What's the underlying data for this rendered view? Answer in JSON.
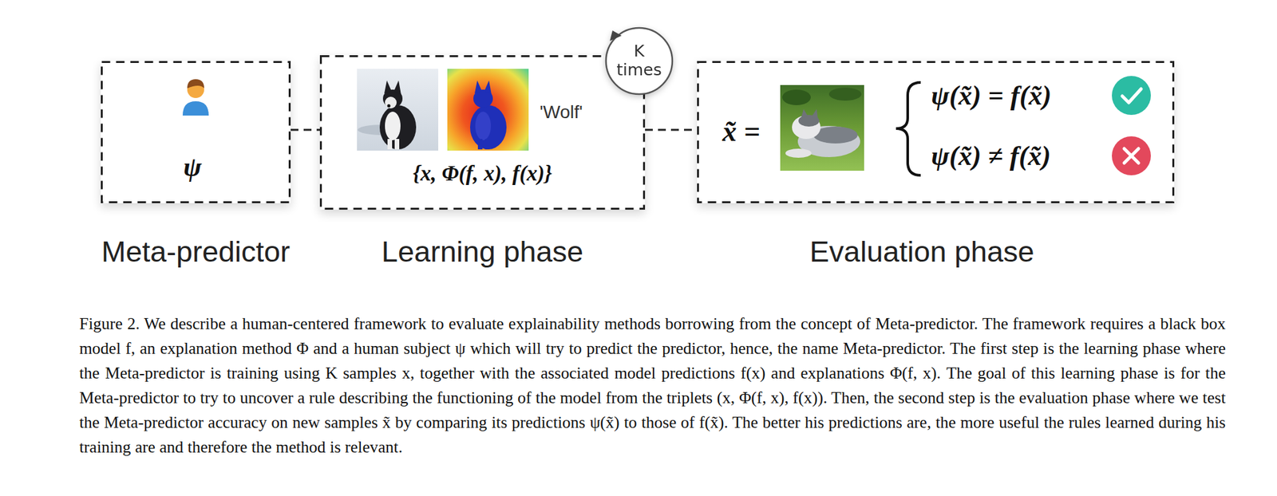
{
  "diagram": {
    "caption": "Figure 2. We describe a human-centered framework to evaluate explainability methods borrowing from the concept of Meta-predictor. The framework requires a black box model f, an explanation method Φ and a human subject ψ which will try to predict the predictor, hence, the name Meta-predictor. The first step is the learning phase where the Meta-predictor is training using K samples x, together with the associated model predictions f(x) and explanations Φ(f, x). The goal of this learning phase is for the Meta-predictor to try to uncover a rule describing the functioning of the model from the triplets (x, Φ(f, x), f(x)). Then, the second step is the evaluation phase where we test the Meta-predictor accuracy on new samples x̃ by comparing its predictions ψ(x̃) to those of f(x̃). The better his predictions are, the more useful the rules learned during his training are and therefore the method is relevant.",
    "nodes": [
      {
        "text": [
          "ψ",
          "Meta-predictor"
        ]
      },
      {
        "text": [
          "'Wolf'",
          "{x, Φ(f, x), f(x)}",
          "Learning phase"
        ]
      },
      {
        "text": [
          "K times"
        ]
      },
      {
        "text": [
          "x̃ =",
          "ψ(x̃) = f(x̃)",
          "ψ(x̃) ≠ f(x̃)",
          "Evaluation phase"
        ]
      }
    ],
    "edges": [
      {
        "from": 0,
        "to": 1,
        "arrow": "none"
      },
      {
        "from": 1,
        "to": 3,
        "arrow": "none"
      }
    ]
  }
}
